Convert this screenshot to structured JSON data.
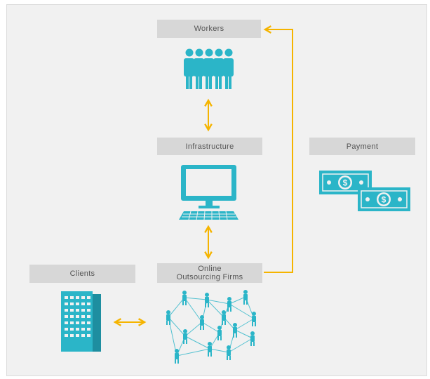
{
  "labels": {
    "workers": "Workers",
    "infrastructure": "Infrastructure",
    "payment": "Payment",
    "clients": "Clients",
    "online_firms": "Online\nOutsourcing Firms"
  },
  "colors": {
    "accent_teal": "#2bb5c8",
    "arrow_orange": "#f5b400",
    "label_bg": "#d7d7d7",
    "panel_bg": "#f1f1f1"
  },
  "icons": {
    "workers": "group-of-people-icon",
    "infrastructure": "desktop-computer-icon",
    "payment": "dollar-bills-icon",
    "clients": "office-building-icon",
    "online_firms": "network-of-people-icon"
  }
}
